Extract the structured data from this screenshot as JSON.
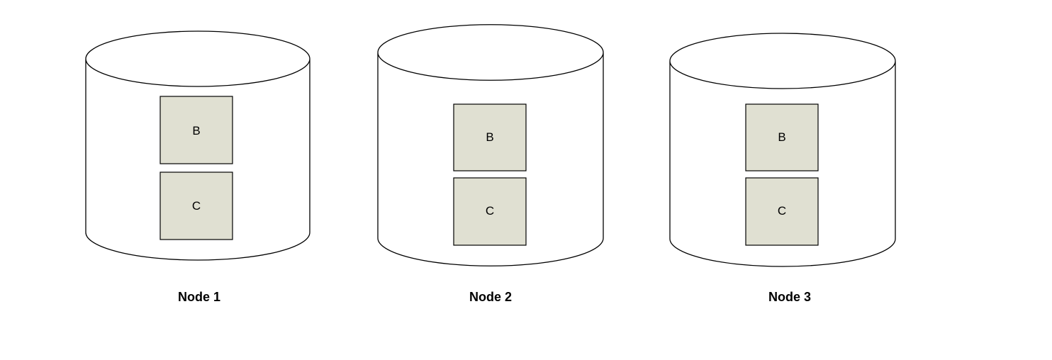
{
  "diagram": {
    "nodes": [
      {
        "label": "Node 1",
        "blocks": [
          "B",
          "C"
        ]
      },
      {
        "label": "Node 2",
        "blocks": [
          "B",
          "C"
        ]
      },
      {
        "label": "Node 3",
        "blocks": [
          "B",
          "C"
        ]
      }
    ],
    "colors": {
      "block_fill": "#e0e0d2",
      "outline": "#000000",
      "background": "#ffffff"
    }
  }
}
